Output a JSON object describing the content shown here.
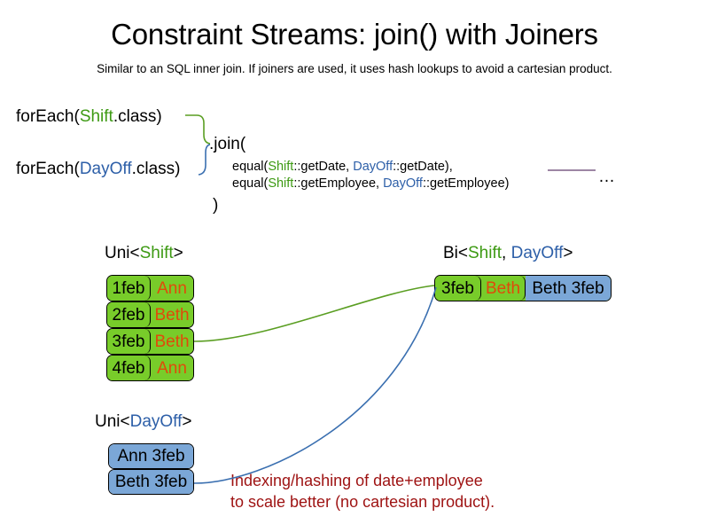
{
  "header": {
    "title": "Constraint Streams: join() with Joiners",
    "subtitle": "Similar to an SQL inner join. If joiners are used, it uses hash lookups to avoid a cartesian product."
  },
  "code": {
    "foreach_shift": {
      "prefix": "forEach(",
      "type": "Shift",
      "suffix": ".class)"
    },
    "foreach_dayoff": {
      "prefix": "forEach(",
      "type": "DayOff",
      "suffix": ".class)"
    },
    "join_open": ".join(",
    "join_close": ")",
    "join_args": [
      {
        "prefix": "equal(",
        "left_type": "Shift",
        "left_method": "::getDate, ",
        "right_type": "DayOff",
        "right_method": "::getDate),"
      },
      {
        "prefix": "equal(",
        "left_type": "Shift",
        "left_method": "::getEmployee, ",
        "right_type": "DayOff",
        "right_method": "::getEmployee)"
      }
    ],
    "ellipsis": "…"
  },
  "labels": {
    "uni_shift": {
      "prefix": "Uni<",
      "type": "Shift",
      "suffix": ">"
    },
    "uni_dayoff": {
      "prefix": "Uni<",
      "type": "DayOff",
      "suffix": ">"
    },
    "bi": {
      "prefix": "Bi<",
      "type_a": "Shift",
      "separator": ", ",
      "type_b": "DayOff",
      "suffix": ">"
    }
  },
  "uni_shift_facts": [
    {
      "date": "1feb",
      "employee": "Ann"
    },
    {
      "date": "2feb",
      "employee": "Beth"
    },
    {
      "date": "3feb",
      "employee": "Beth"
    },
    {
      "date": "4feb",
      "employee": "Ann"
    }
  ],
  "uni_dayoff_facts": [
    {
      "text": "Ann 3feb"
    },
    {
      "text": "Beth 3feb"
    }
  ],
  "bi_fact": {
    "shift_date": "3feb",
    "shift_employee": "Beth",
    "dayoff_text": "Beth 3feb"
  },
  "annotation": {
    "line1": "Indexing/hashing of date+employee",
    "line2": "to scale better (no cartesian product)."
  },
  "colors": {
    "shift_green": "#78cc2a",
    "dayoff_blue": "#7ba7d7",
    "shift_text_green": "#3d9a13",
    "dayoff_text_blue": "#2d5fa8",
    "employee_orange": "#e04a0a",
    "annotation_red": "#9e1212",
    "connector_green": "#5a9e22",
    "connector_blue": "#3a6fb0",
    "rule_purple": "#7d5f86"
  }
}
